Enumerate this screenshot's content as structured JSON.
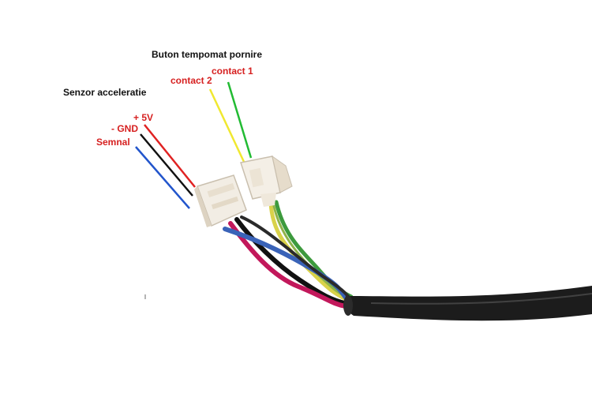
{
  "labels": {
    "button_title": "Buton tempomat pornire",
    "contact_1": "contact 1",
    "contact_2": "contact 2",
    "sensor_title": "Senzor acceleratie",
    "plus_5v": "+ 5V",
    "minus_gnd": "- GND",
    "signal": "Semnal"
  },
  "colors": {
    "label_black": "#111111",
    "label_red": "#d62020",
    "wire_red": "#e02222",
    "wire_black": "#111111",
    "wire_blue": "#2255cc",
    "wire_yellow": "#f0e830",
    "wire_green": "#22bb33",
    "cable_jacket": "#1c1c1c",
    "connector": "#f2ede4"
  }
}
